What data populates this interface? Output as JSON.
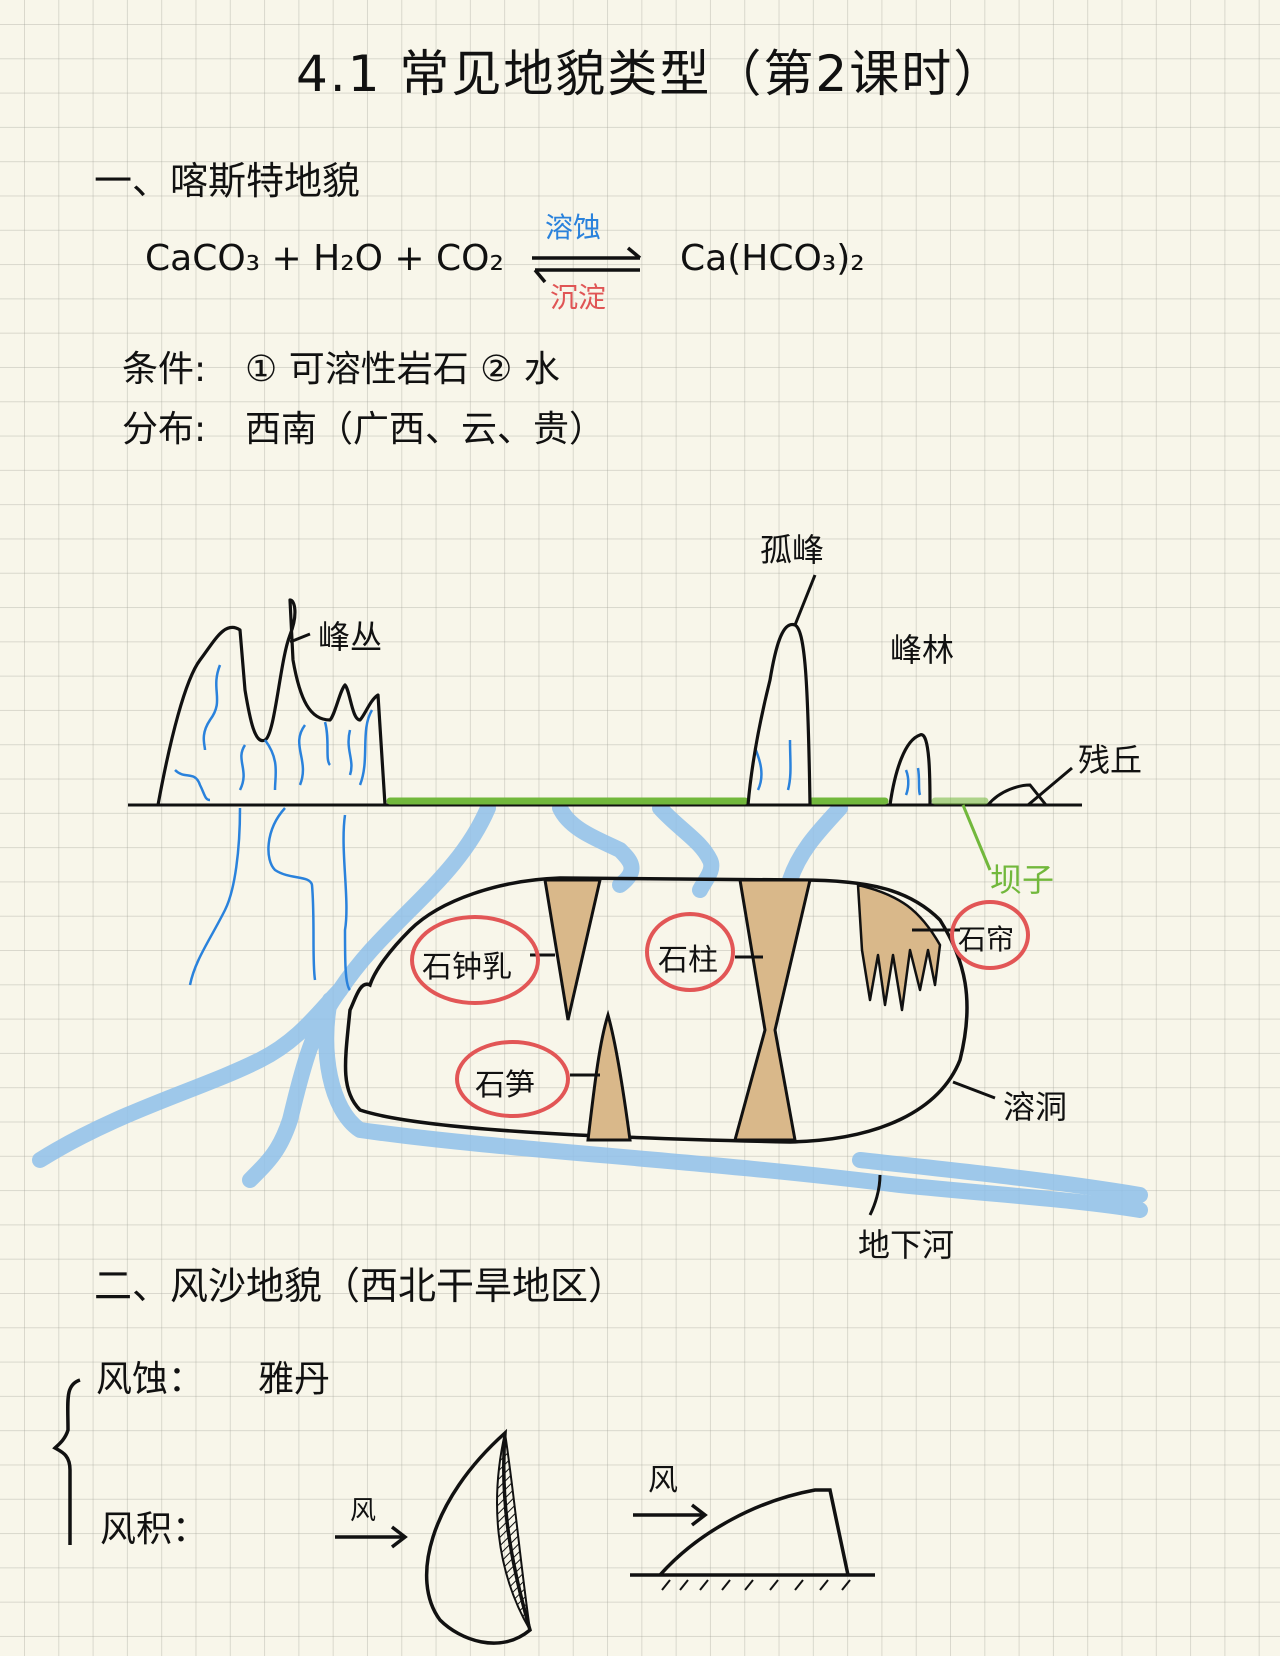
{
  "page": {
    "title": "4.1 常见地貌类型（第2课时）"
  },
  "section1": {
    "heading": "一、喀斯特地貌",
    "equation": {
      "left": "CaCO₃ + H₂O + CO₂",
      "forward_label": "溶蚀",
      "reverse_label": "沉淀",
      "right": "Ca(HCO₃)₂"
    },
    "conditions_label": "条件:",
    "conditions": "① 可溶性岩石  ② 水",
    "distribution_label": "分布:",
    "distribution": "西南（广西、云、贵）",
    "diagram_labels": {
      "peak_cluster": "峰丛",
      "isolated_peak": "孤峰",
      "peak_forest": "峰林",
      "residual_hill": "残丘",
      "basin": "坝子",
      "stalactite": "石钟乳",
      "stone_pillar": "石柱",
      "stone_curtain": "石帘",
      "stalagmite": "石笋",
      "karst_cave": "溶洞",
      "underground_river": "地下河"
    }
  },
  "section2": {
    "heading": "二、风沙地貌（西北干旱地区）",
    "wind_erosion_label": "风蚀：",
    "wind_erosion_value": "雅丹",
    "wind_deposition_label": "风积：",
    "wind_label_1": "风",
    "wind_label_2": "风"
  },
  "colors": {
    "ink": "#111111",
    "water_blue": "#2a82dc",
    "river_blue": "#8fc0ea",
    "basin_green": "#72b83c",
    "circle_red": "#e25656",
    "rock_tan": "#d9b88a",
    "paper": "#f8f6ea"
  }
}
